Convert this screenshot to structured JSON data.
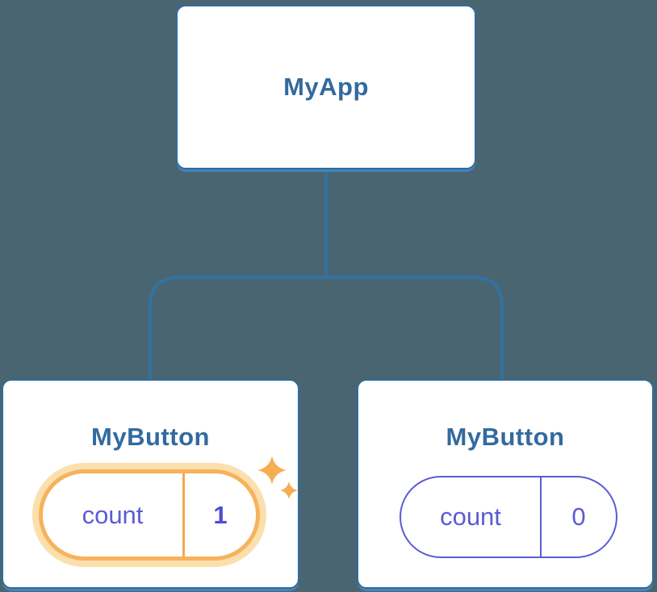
{
  "colors": {
    "background": "#4A6572",
    "card_border": "#2E6D9E",
    "card_bottom_shadow": "#4584B9",
    "connector_line": "#2E74A6",
    "heading_text": "#336A9E",
    "state_text": "#5B5BD6",
    "highlight_ring": "#F6B25C",
    "highlight_glow": "#FBDFAD",
    "highlight_divider": "#F2A94F",
    "sparkle": "#F6AE52"
  },
  "tree": {
    "root": {
      "label": "MyApp"
    },
    "children": [
      {
        "label": "MyButton",
        "state_key": "count",
        "state_value": "1",
        "highlighted": true
      },
      {
        "label": "MyButton",
        "state_key": "count",
        "state_value": "0",
        "highlighted": false
      }
    ]
  }
}
